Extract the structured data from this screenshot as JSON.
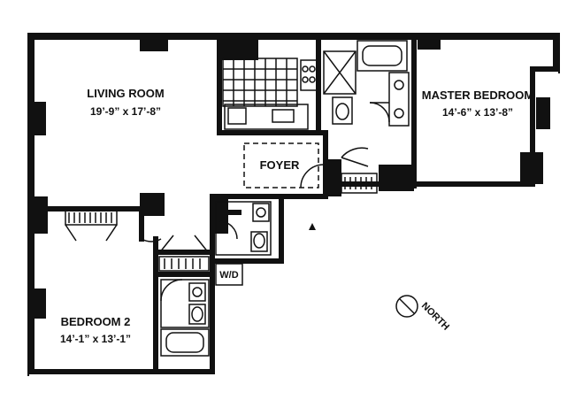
{
  "rooms": {
    "living_room": {
      "name": "LIVING ROOM",
      "size": "19’-9” x 17’-8”"
    },
    "master_bedroom": {
      "name": "MASTER BEDROOM",
      "size": "14’-6” x 13’-8”"
    },
    "bedroom_2": {
      "name": "BEDROOM 2",
      "size": "14’-1” x 13’-1”"
    },
    "foyer": {
      "name": "FOYER"
    },
    "laundry": {
      "name": "W/D"
    }
  },
  "compass": {
    "label": "NORTH"
  },
  "colors": {
    "wall": "#111111",
    "background": "#ffffff"
  }
}
